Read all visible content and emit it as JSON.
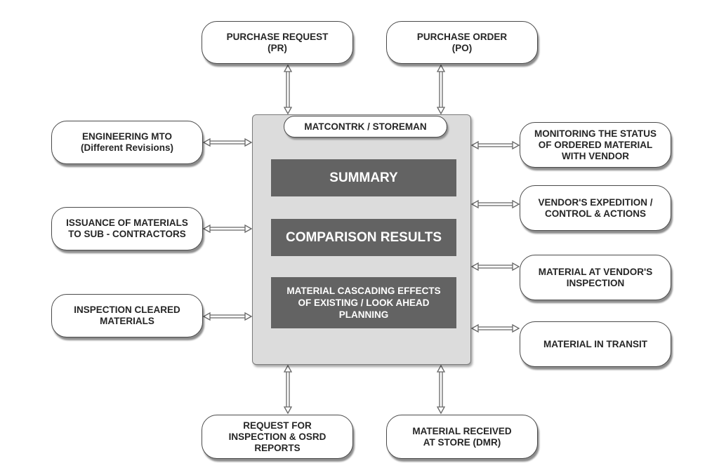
{
  "hub": {
    "title": "MATCONTRK / STOREMAN",
    "panels": [
      "SUMMARY",
      "COMPARISON RESULTS",
      "MATERIAL CASCADING EFFECTS\nOF EXISTING / LOOK AHEAD\nPLANNING"
    ]
  },
  "top": {
    "purchase_request": "PURCHASE REQUEST\n(PR)",
    "purchase_order": "PURCHASE ORDER\n(PO)"
  },
  "left": {
    "engineering_mto": "ENGINEERING MTO\n(Different Revisions)",
    "issuance": "ISSUANCE OF MATERIALS\nTO SUB - CONTRACTORS",
    "inspection_cleared": "INSPECTION CLEARED\nMATERIALS"
  },
  "right": {
    "monitoring": "MONITORING THE STATUS\nOF ORDERED MATERIAL\nWITH VENDOR",
    "expedition": "VENDOR'S EXPEDITION /\nCONTROL & ACTIONS",
    "vendor_inspection": "MATERIAL AT VENDOR'S\nINSPECTION",
    "transit": "MATERIAL IN TRANSIT"
  },
  "bottom": {
    "request_inspection": "REQUEST FOR\nINSPECTION & OSRD\nREPORTS",
    "received": "MATERIAL RECEIVED\nAT STORE (DMR)"
  },
  "colors": {
    "panel_fill": "#636363",
    "hub_fill": "#dcdcdc",
    "node_border": "#4a4a4a",
    "connector": "#666666"
  }
}
